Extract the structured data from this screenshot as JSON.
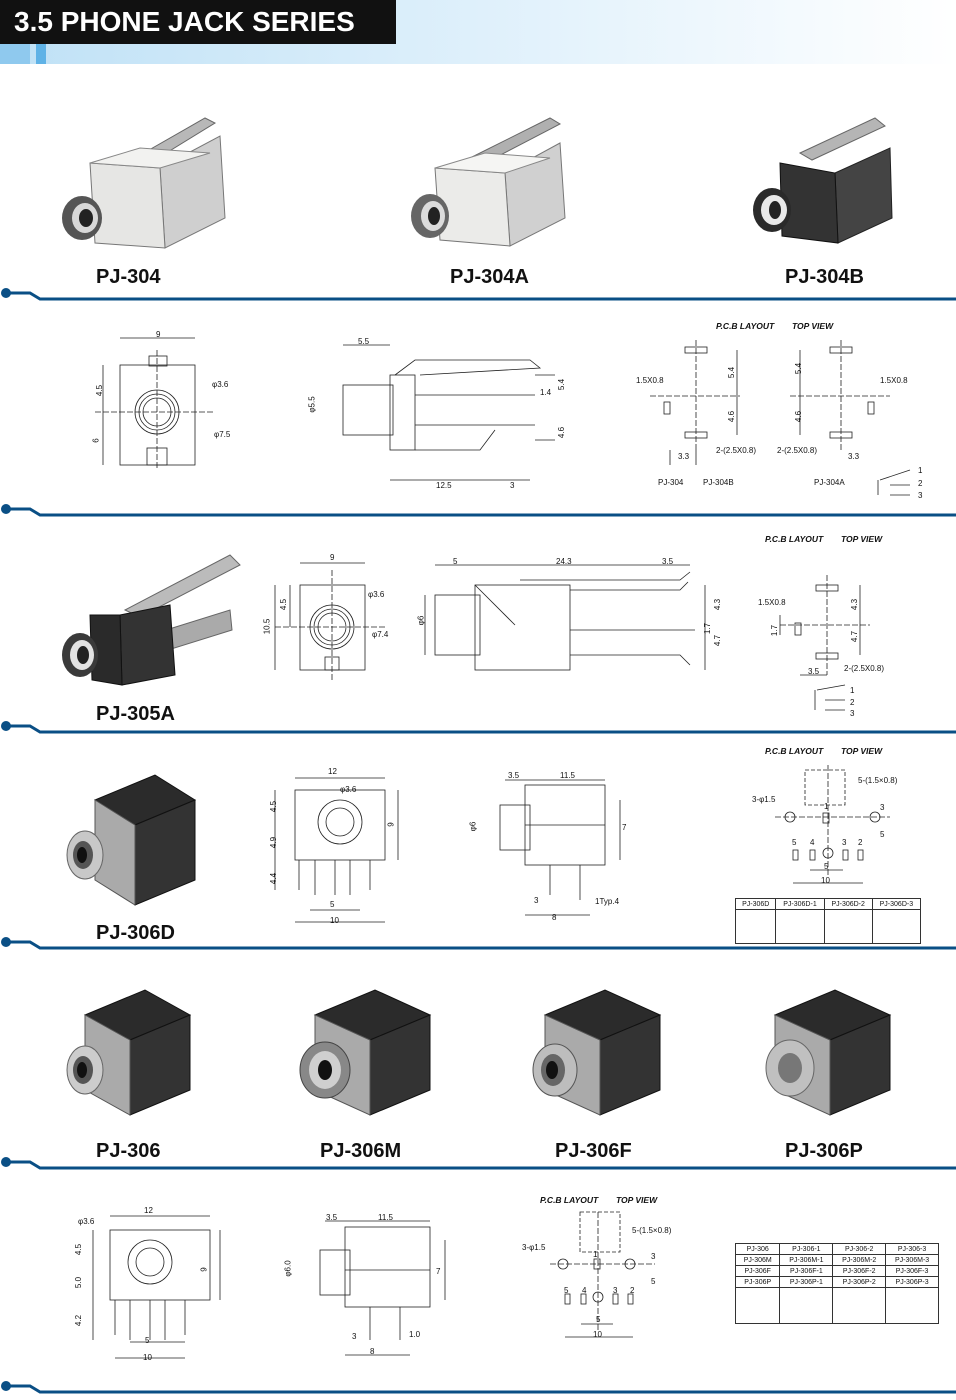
{
  "header": {
    "title": "3.5 PHONE JACK SERIES",
    "accent_color": "#0a6fb5",
    "band_color": "#bfe1f6"
  },
  "products": {
    "row1": [
      "PJ-304",
      "PJ-304A",
      "PJ-304B"
    ],
    "row2": [
      "PJ-305A"
    ],
    "row3": [
      "PJ-306D"
    ],
    "row4": [
      "PJ-306",
      "PJ-306M",
      "PJ-306F",
      "PJ-306P"
    ]
  },
  "pcb": {
    "heading": "P.C.B LAYOUT",
    "subheading": "TOP VIEW"
  },
  "dims_304": {
    "front": {
      "width": "9",
      "top": "4.5",
      "bottom": "6",
      "hole": "φ3.6",
      "outer": "φ7.5"
    },
    "side": {
      "a": "5.5",
      "dia": "φ5.5",
      "b": "1.4",
      "c": "5.4",
      "d": "4.6",
      "len": "12.5",
      "e": "3"
    },
    "pcb": {
      "pad": "1.5X0.8",
      "v1": "5.4",
      "v2": "4.6",
      "h": "3.3",
      "pins": "2-(2.5X0.8)",
      "labels": [
        "PJ-304",
        "PJ-304B",
        "PJ-304A"
      ],
      "pin_nums": [
        "1",
        "2",
        "3"
      ]
    }
  },
  "dims_305A": {
    "front": {
      "width": "9",
      "h": "10.5",
      "top": "4.5",
      "hole": "φ3.6",
      "outer": "φ7.4"
    },
    "side": {
      "a": "5",
      "len": "24.3",
      "b": "3.5",
      "dia": "φ6",
      "c": "4.3",
      "d": "1.7",
      "e": "4.7"
    },
    "pcb": {
      "pad": "1.5X0.8",
      "v0": "1.7",
      "v1": "4.3",
      "v2": "4.7",
      "h": "3.5",
      "pins": "2-(2.5X0.8)"
    }
  },
  "dims_306D": {
    "front": {
      "width": "12",
      "a": "4.5",
      "b": "4.9",
      "c": "4.4",
      "h": "9",
      "hole": "φ3.6",
      "p": "5",
      "w": "10"
    },
    "side": {
      "a": "3.5",
      "b": "11.5",
      "dia": "φ6",
      "h": "7",
      "c": "3",
      "len": "8",
      "typ": "1Typ.4"
    },
    "pcb": {
      "holes": "3-φ1.5",
      "pads": "5-(1.5×0.8)",
      "v1": "3",
      "v2": "5",
      "p": "5",
      "w": "10",
      "pin_nums": [
        "5",
        "4",
        "1",
        "3",
        "2"
      ]
    },
    "table_headers": [
      "PJ-306D",
      "PJ-306D-1",
      "PJ-306D-2",
      "PJ-306D-3"
    ]
  },
  "dims_306": {
    "front": {
      "width": "12",
      "hole": "φ3.6",
      "a": "4.5",
      "b": "5.0",
      "c": "4.2",
      "h": "9",
      "p": "5",
      "w": "10"
    },
    "side": {
      "a": "3.5",
      "b": "11.5",
      "dia": "φ6.0",
      "h": "7",
      "c": "3",
      "d": "1.0",
      "len": "8"
    },
    "pcb": {
      "holes": "3-φ1.5",
      "pads": "5-(1.5×0.8)",
      "v1": "3",
      "v2": "5",
      "p": "5",
      "w": "10",
      "pin_nums": [
        "5",
        "4",
        "1",
        "3",
        "2"
      ]
    },
    "table": [
      [
        "PJ-306",
        "PJ-306-1",
        "PJ-306-2",
        "PJ-306-3"
      ],
      [
        "PJ-306M",
        "PJ-306M-1",
        "PJ-306M-2",
        "PJ-306M-3"
      ],
      [
        "PJ-306F",
        "PJ-306F-1",
        "PJ-306F-2",
        "PJ-306F-3"
      ],
      [
        "PJ-306P",
        "PJ-306P-1",
        "PJ-306P-2",
        "PJ-306P-3"
      ]
    ]
  }
}
